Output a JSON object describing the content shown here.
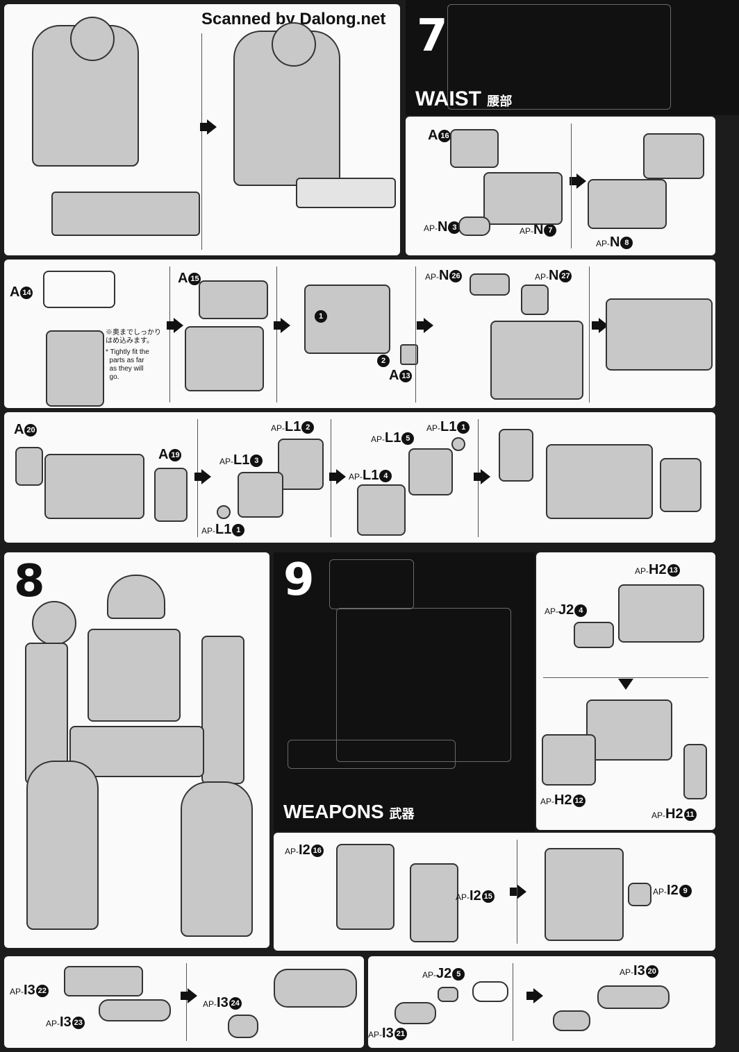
{
  "watermark": "Scanned by Dalong.net",
  "steps": {
    "step7": {
      "number": "7",
      "title_en": "WAIST",
      "title_jp": "腰部"
    },
    "step8": {
      "number": "8"
    },
    "step9": {
      "number": "9",
      "title_en": "WEAPONS",
      "title_jp": "武器"
    }
  },
  "notes": {
    "jp": "※奥までしっかり\nはめ込みます。",
    "en": "* Tightly fit the\n  parts as far\n  as they will\n  go."
  },
  "labels": [
    {
      "prefix": "",
      "code": "A",
      "num": "16"
    },
    {
      "prefix": "AP-",
      "code": "N",
      "num": "3"
    },
    {
      "prefix": "AP-",
      "code": "N",
      "num": "7"
    },
    {
      "prefix": "AP-",
      "code": "N",
      "num": "8"
    },
    {
      "prefix": "",
      "code": "A",
      "num": "14"
    },
    {
      "prefix": "",
      "code": "A",
      "num": "15"
    },
    {
      "prefix": "",
      "code": "A",
      "num": "13"
    },
    {
      "prefix": "AP-",
      "code": "N",
      "num": "26"
    },
    {
      "prefix": "AP-",
      "code": "N",
      "num": "27"
    },
    {
      "prefix": "",
      "code": "A",
      "num": "20"
    },
    {
      "prefix": "",
      "code": "A",
      "num": "19"
    },
    {
      "prefix": "AP-",
      "code": "L1",
      "num": "3"
    },
    {
      "prefix": "AP-",
      "code": "L1",
      "num": "2"
    },
    {
      "prefix": "AP-",
      "code": "L1",
      "num": "1"
    },
    {
      "prefix": "AP-",
      "code": "L1",
      "num": "5"
    },
    {
      "prefix": "AP-",
      "code": "L1",
      "num": "4"
    },
    {
      "prefix": "AP-",
      "code": "L1",
      "num": "1"
    },
    {
      "prefix": "AP-",
      "code": "H2",
      "num": "13"
    },
    {
      "prefix": "AP-",
      "code": "J2",
      "num": "4"
    },
    {
      "prefix": "AP-",
      "code": "H2",
      "num": "12"
    },
    {
      "prefix": "AP-",
      "code": "H2",
      "num": "11"
    },
    {
      "prefix": "AP-",
      "code": "I2",
      "num": "16"
    },
    {
      "prefix": "AP-",
      "code": "I2",
      "num": "15"
    },
    {
      "prefix": "AP-",
      "code": "I2",
      "num": "9"
    },
    {
      "prefix": "AP-",
      "code": "I3",
      "num": "22"
    },
    {
      "prefix": "AP-",
      "code": "I3",
      "num": "23"
    },
    {
      "prefix": "AP-",
      "code": "I3",
      "num": "24"
    },
    {
      "prefix": "AP-",
      "code": "J2",
      "num": "5"
    },
    {
      "prefix": "AP-",
      "code": "I3",
      "num": "21"
    },
    {
      "prefix": "AP-",
      "code": "I3",
      "num": "20"
    }
  ],
  "sub_steps": [
    {
      "num": "1"
    },
    {
      "num": "2"
    }
  ],
  "colors": {
    "background": "#1c1c1c",
    "panel": "#fafafa",
    "part_fill": "#c8c8c8",
    "outline": "#333333"
  }
}
